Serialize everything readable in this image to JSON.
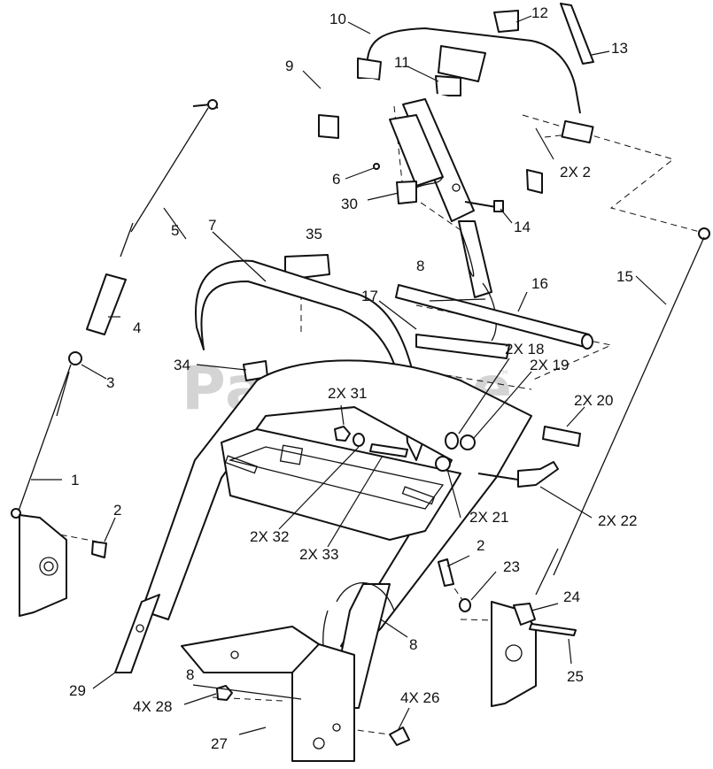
{
  "watermark": {
    "text": "PartsTree",
    "trademark": "™"
  },
  "callouts": {
    "c1": "1",
    "c2a": "2",
    "c2b": "2",
    "c3": "3",
    "c4": "4",
    "c5": "5",
    "c6": "6",
    "c7": "7",
    "c8a": "8",
    "c8b": "8",
    "c8c": "8",
    "c9": "9",
    "c10": "10",
    "c11": "11",
    "c12": "12",
    "c13": "13",
    "c14": "14",
    "c15": "15",
    "c16": "16",
    "c17": "17",
    "c23": "23",
    "c24": "24",
    "c25": "25",
    "c27": "27",
    "c29": "29",
    "c30": "30",
    "c34": "34",
    "c35": "35",
    "c2x2": "2X 2",
    "c2x18": "2X 18",
    "c2x19": "2X 19",
    "c2x20": "2X 20",
    "c2x21": "2X 21",
    "c2x22": "2X 22",
    "c2x31": "2X 31",
    "c2x32": "2X 32",
    "c2x33": "2X 33",
    "c4x26": "4X 26",
    "c4x28": "4X 28"
  }
}
